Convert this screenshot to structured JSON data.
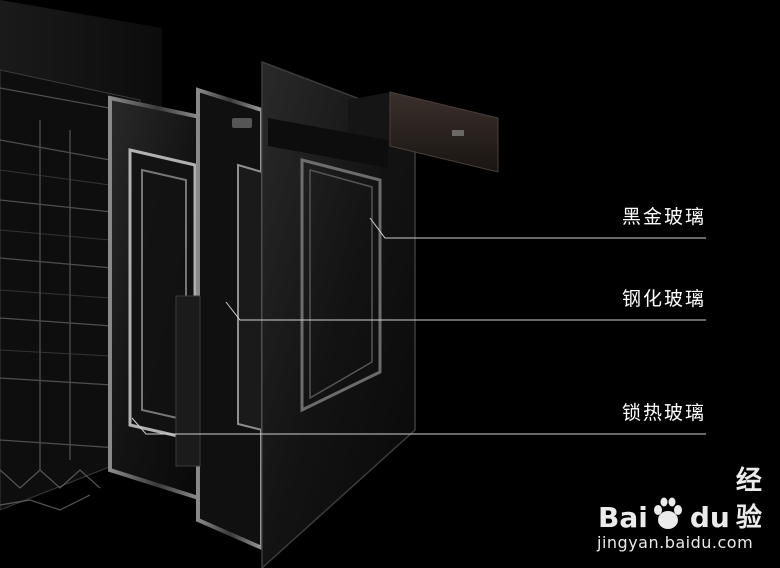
{
  "callouts": {
    "top": "黑金玻璃",
    "middle": "钢化玻璃",
    "bottom": "锁热玻璃"
  },
  "watermark": {
    "brand_left": "Bai",
    "brand_right": "du",
    "suffix": "经验",
    "url": "jingyan.baidu.com"
  },
  "colors": {
    "background": "#000000",
    "label": "#ffffff",
    "leader_line": "#cfcfcf",
    "handle": "#2a2320"
  }
}
